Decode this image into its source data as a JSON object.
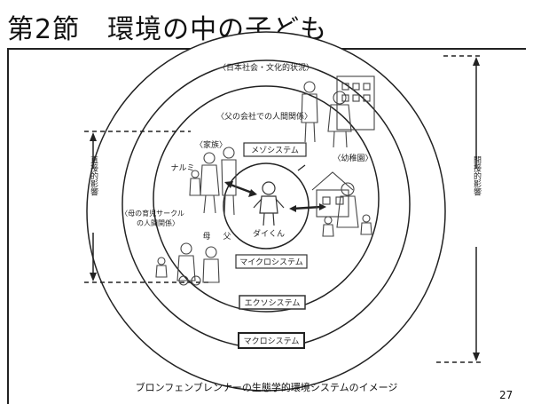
{
  "slide": {
    "title": "第2節　環境の中の子ども",
    "caption": "ブロンフェンブレンナーの生態学的環境システムのイメージ",
    "page_number": "27"
  },
  "diagram": {
    "ring_labels": {
      "culture": "〈日本社会・文化的状況〉",
      "father_work": "〈父の会社での人間関係〉",
      "family": "〈家族〉",
      "kindergarten": "〈幼稚園〉",
      "mother_circle_1": "〈母の育児サークル",
      "mother_circle_2": "の人間関係〉"
    },
    "person_labels": {
      "narumi": "ナルミ",
      "mother": "母",
      "father": "父",
      "child": "ダイくん"
    },
    "systems": {
      "meso": "メゾシステム",
      "micro": "マイクロシステム",
      "exo": "エクソシステム",
      "macro": "マクロシステム"
    },
    "side_labels": {
      "direct": "直接的影響",
      "indirect": "間接的影響"
    }
  }
}
